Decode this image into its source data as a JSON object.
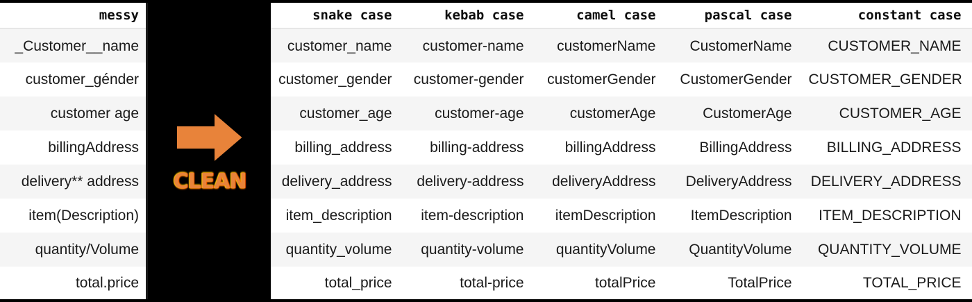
{
  "messy_table": {
    "header": "messy",
    "rows": [
      "_Customer__name",
      "customer_génder",
      "customer age",
      "billingAddress",
      "delivery** address",
      "item(Description)",
      "quantity/Volume",
      "total.price"
    ]
  },
  "transform": {
    "arrow_icon": "arrow-right-icon",
    "label": "CLEAN",
    "arrow_color": "#e8833a",
    "label_color": "#e8833a",
    "panel_background": "#000000"
  },
  "clean_table": {
    "headers": [
      "snake case",
      "kebab case",
      "camel case",
      "pascal case",
      "constant case"
    ],
    "rows": [
      [
        "customer_name",
        "customer-name",
        "customerName",
        "CustomerName",
        "CUSTOMER_NAME"
      ],
      [
        "customer_gender",
        "customer-gender",
        "customerGender",
        "CustomerGender",
        "CUSTOMER_GENDER"
      ],
      [
        "customer_age",
        "customer-age",
        "customerAge",
        "CustomerAge",
        "CUSTOMER_AGE"
      ],
      [
        "billing_address",
        "billing-address",
        "billingAddress",
        "BillingAddress",
        "BILLING_ADDRESS"
      ],
      [
        "delivery_address",
        "delivery-address",
        "deliveryAddress",
        "DeliveryAddress",
        "DELIVERY_ADDRESS"
      ],
      [
        "item_description",
        "item-description",
        "itemDescription",
        "ItemDescription",
        "ITEM_DESCRIPTION"
      ],
      [
        "quantity_volume",
        "quantity-volume",
        "quantityVolume",
        "QuantityVolume",
        "QUANTITY_VOLUME"
      ],
      [
        "total_price",
        "total-price",
        "totalPrice",
        "TotalPrice",
        "TOTAL_PRICE"
      ]
    ]
  },
  "style": {
    "row_stripe_color": "#f5f5f5",
    "row_base_color": "#ffffff",
    "text_color": "#1a1a1a",
    "background": "#000000"
  }
}
